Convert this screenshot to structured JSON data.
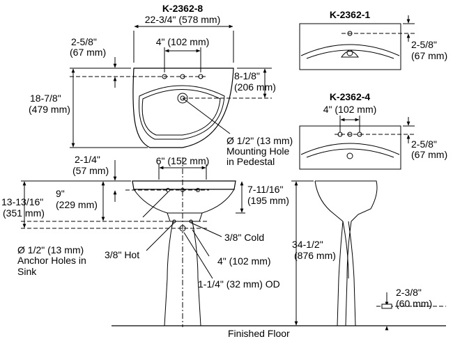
{
  "views": {
    "k2362_8": {
      "title": "K-2362-8"
    },
    "k2362_1": {
      "title": "K-2362-1"
    },
    "k2362_4": {
      "title": "K-2362-4"
    }
  },
  "dimensions": {
    "overall_width": "22-3/4\" (578 mm)",
    "top_faucet_spacing": "4\" (102 mm)",
    "top_setback_in": "2-5/8\"",
    "top_setback_mm": "(67 mm)",
    "top_depth_in": "18-7/8\"",
    "top_depth_mm": "(479 mm)",
    "drain_offset_in": "8-1/8\"",
    "drain_offset_mm": "(206 mm)",
    "k1_setback_in": "2-5/8\"",
    "k1_setback_mm": "(67 mm)",
    "k4_spacing": "4\" (102 mm)",
    "k4_setback_in": "2-5/8\"",
    "k4_setback_mm": "(67 mm)",
    "mounting_hole_1": "Ø 1/2\" (13 mm)",
    "mounting_hole_2": "Mounting Hole",
    "mounting_hole_3": "in Pedestal",
    "front_setback_in": "2-1/4\"",
    "front_setback_mm": "(57 mm)",
    "front_spacing": "6\" (152 mm)",
    "h9_in": "9\"",
    "h9_mm": "(229 mm)",
    "total_height_in": "13-13/16\"",
    "total_height_mm": "(351 mm)",
    "bowl_height_in": "7-11/16\"",
    "bowl_height_mm": "(195 mm)",
    "cold": "3/8\" Cold",
    "hot": "3/8\" Hot",
    "supply_spacing": "4\" (102 mm)",
    "drain_od": "1-1/4\" (32 mm) OD",
    "anchor_1": "Ø 1/2\" (13 mm)",
    "anchor_2": "Anchor Holes in",
    "anchor_3": "Sink",
    "rim_height_in": "34-1/2\"",
    "rim_height_mm": "(876 mm)",
    "floor_offset_in": "2-3/8\"",
    "floor_offset_mm": "(60 mm)",
    "floor": "Finished Floor"
  }
}
